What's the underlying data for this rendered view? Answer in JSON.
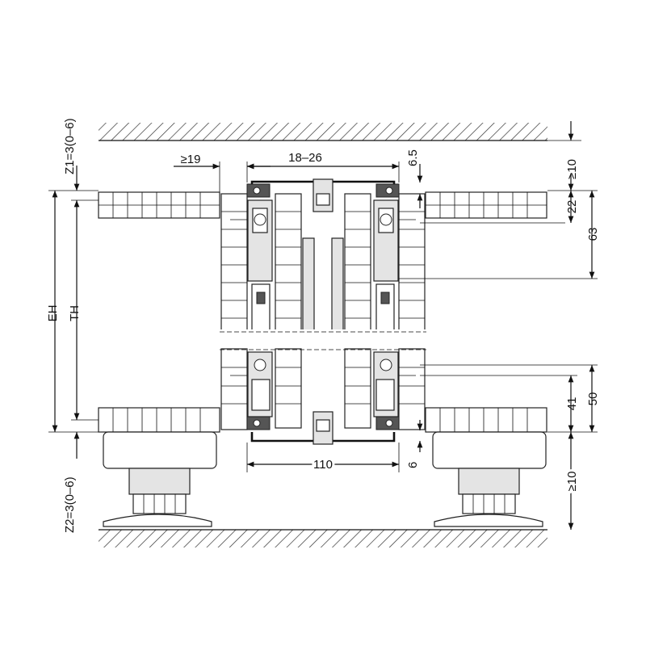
{
  "dimensions": {
    "z1": "Z1=3(0–6)",
    "z2": "Z2=3(0–6)",
    "eh": "EH",
    "th": "TH",
    "min_19": "≥19",
    "range_18_26": "18–26",
    "d_6_5": "6.5",
    "min_10_top": "≥10",
    "d_22": "22",
    "d_63": "63",
    "d_41": "41",
    "d_50": "50",
    "d_110": "110",
    "d_6": "6",
    "min_10_bottom": "≥10"
  },
  "colors": {
    "line": "#111111",
    "panel": "#ffffff",
    "hatch": "#333333"
  }
}
